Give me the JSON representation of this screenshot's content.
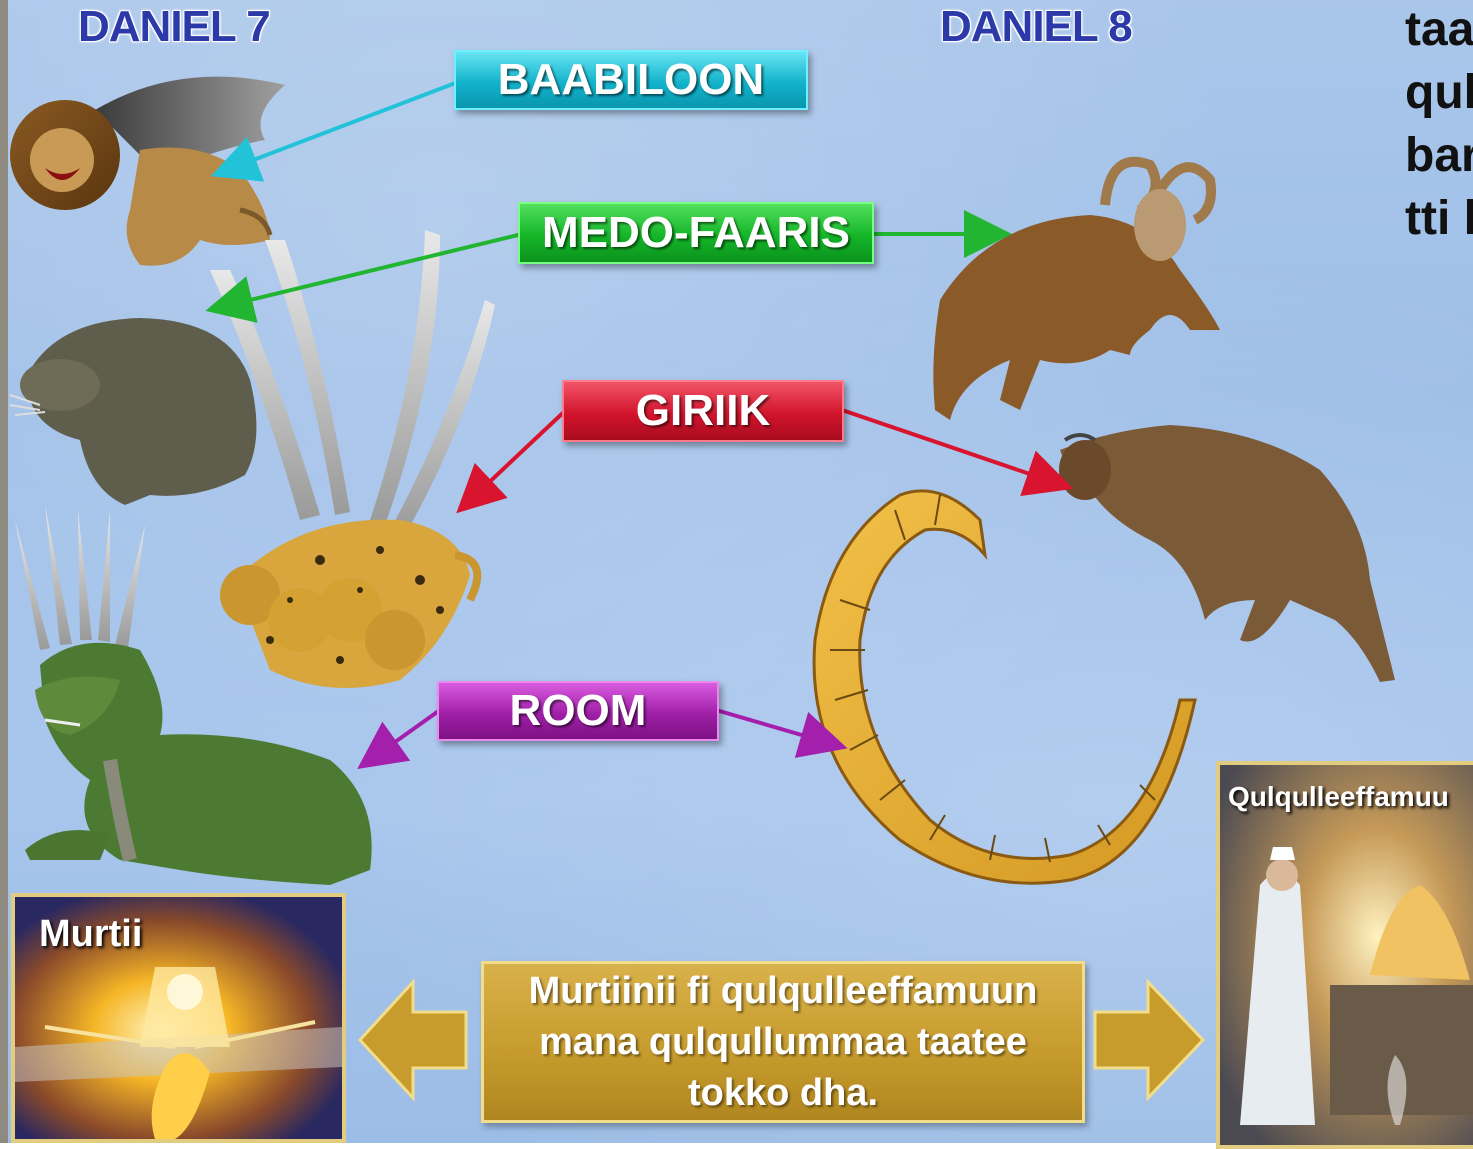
{
  "headings": {
    "left": "DANIEL 7",
    "right": "DANIEL 8"
  },
  "kingdoms": {
    "babylon": "BAABILOON",
    "medo_persia": "MEDO-FAARIS",
    "greece": "GIRIIK",
    "rome": "ROOM"
  },
  "side_text_lines": [
    "taa",
    "qul",
    "bar",
    "tti l"
  ],
  "panels": {
    "left_title": "Murtii",
    "right_title": "Qulqulleeffamuu",
    "center_text": "Murtiinii fi qulqulleeffamuun mana qulqullummaa taatee tokko dha."
  },
  "icons": [
    "winged-lion-icon",
    "bear-icon",
    "four-headed-leopard-icon",
    "dragon-beast-icon",
    "ram-icon",
    "goat-icon",
    "little-horn-icon",
    "judgment-throne-icon",
    "high-priest-icon"
  ],
  "colors": {
    "cyan": "#12b3cc",
    "green": "#14b528",
    "red": "#d2142c",
    "purple": "#a01fa8",
    "gold": "#c59a2c",
    "heading": "#2b3aa8"
  }
}
